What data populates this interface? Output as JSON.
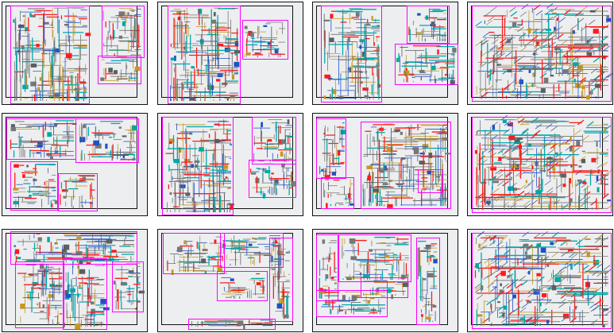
{
  "sheet_count": 12,
  "grid": {
    "columns": 4,
    "rows": 3
  },
  "colors": {
    "sheet_background": "#eceef0",
    "sheet_border": "#111111",
    "viewport_border": "#ff00ff",
    "wall": "#777777",
    "axis": "#ff1a1a",
    "structure": "#00a8a8",
    "detail": "#1e50c8",
    "column": "#c8961e",
    "dark_fill": "#5a5f5f"
  }
}
